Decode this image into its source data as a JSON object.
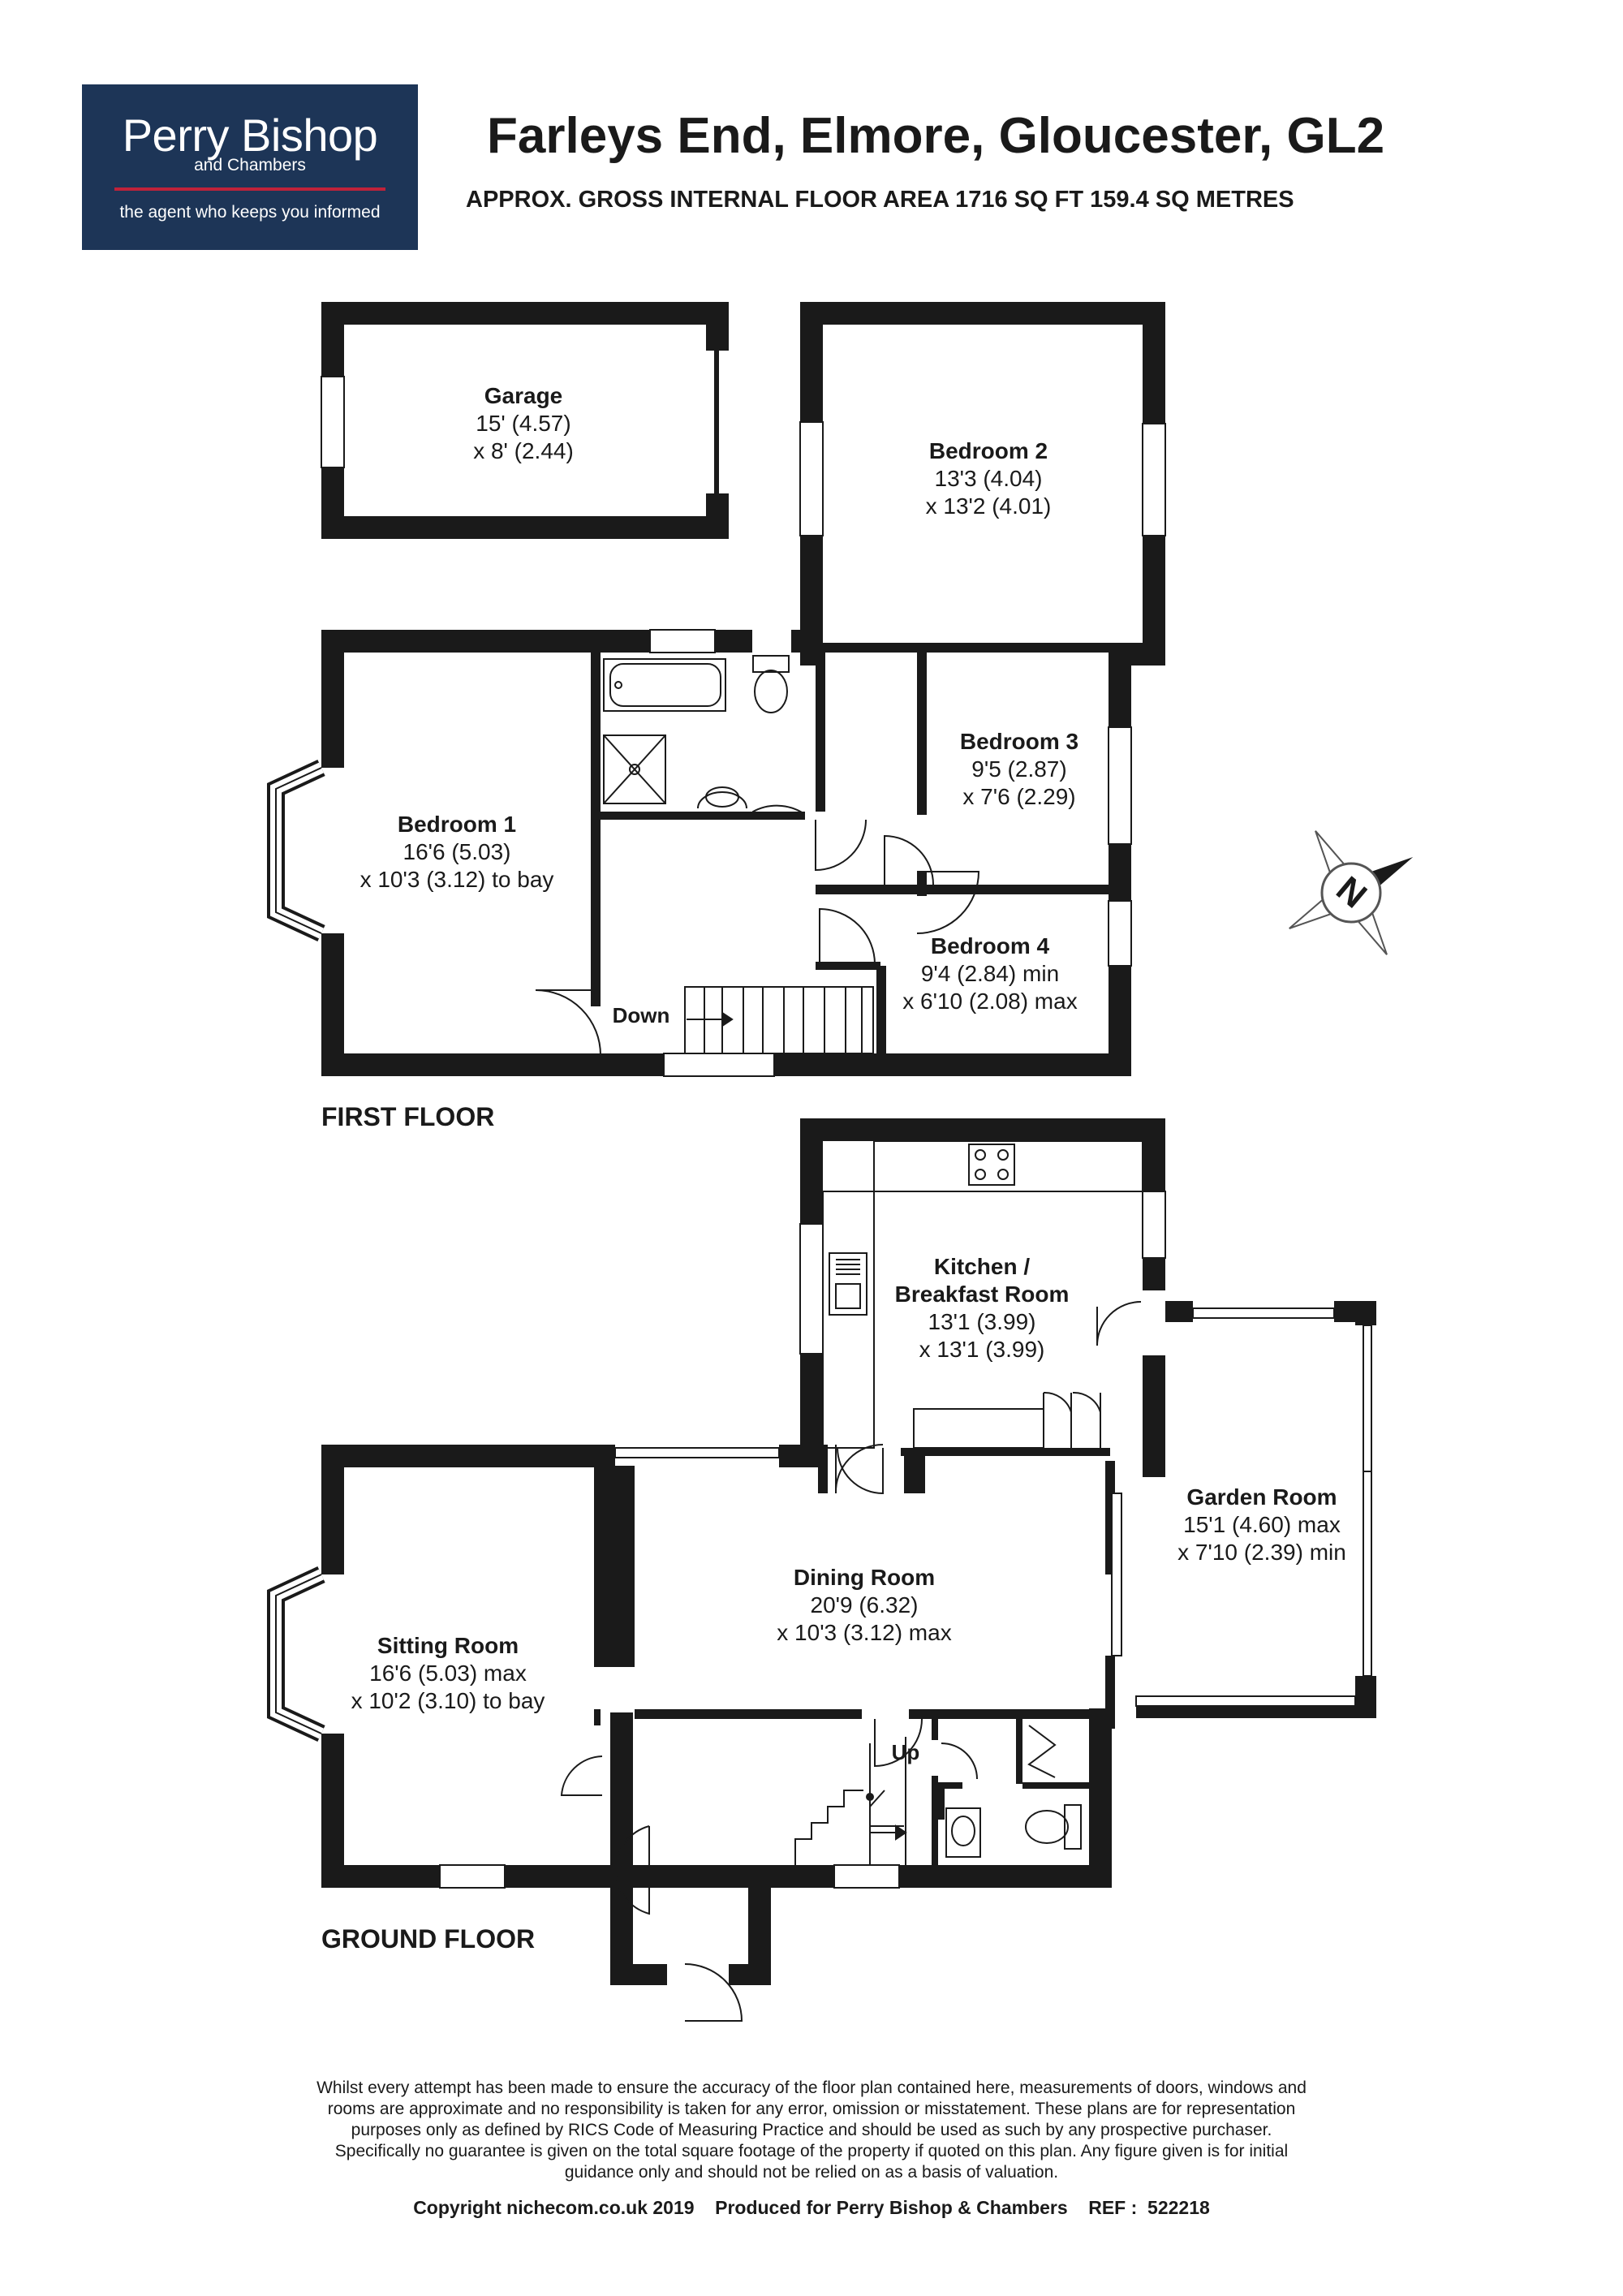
{
  "brand": {
    "name": "Perry Bishop",
    "sub": "and Chambers",
    "tagline": "the agent who keeps you informed",
    "colors": {
      "panel": "#1d3557",
      "accent": "#c0223a"
    }
  },
  "title": "Farleys End, Elmore, Gloucester, GL2",
  "area": "APPROX. GROSS INTERNAL FLOOR AREA 1716 SQ FT 159.4 SQ METRES",
  "floors": {
    "first": "FIRST FLOOR",
    "ground": "GROUND FLOOR"
  },
  "rooms": {
    "garage": {
      "name": "Garage",
      "dim1": "15' (4.57)",
      "dim2": "x 8' (2.44)"
    },
    "bedroom2": {
      "name": "Bedroom 2",
      "dim1": "13'3 (4.04)",
      "dim2": "x 13'2 (4.01)"
    },
    "bedroom1": {
      "name": "Bedroom 1",
      "dim1": "16'6 (5.03)",
      "dim2": "x 10'3 (3.12) to bay"
    },
    "bedroom3": {
      "name": "Bedroom 3",
      "dim1": "9'5 (2.87)",
      "dim2": "x 7'6 (2.29)"
    },
    "bedroom4": {
      "name": "Bedroom 4",
      "dim1": "9'4 (2.84) min",
      "dim2": "x 6'10 (2.08) max"
    },
    "kitchen": {
      "name1": "Kitchen /",
      "name2": "Breakfast Room",
      "dim1": "13'1 (3.99)",
      "dim2": "x 13'1 (3.99)"
    },
    "garden": {
      "name": "Garden Room",
      "dim1": "15'1 (4.60) max",
      "dim2": "x 7'10 (2.39) min"
    },
    "dining": {
      "name": "Dining Room",
      "dim1": "20'9 (6.32)",
      "dim2": "x 10'3 (3.12) max"
    },
    "sitting": {
      "name": "Sitting Room",
      "dim1": "16'6 (5.03) max",
      "dim2": "x 10'2 (3.10) to bay"
    }
  },
  "stairs": {
    "down": "Down",
    "up": "Up"
  },
  "compass": {
    "letter": "N",
    "icon": "compass-rose-icon"
  },
  "disclaimer": [
    "Whilst every attempt has been made to ensure the accuracy of the floor plan contained here, measurements of doors, windows and",
    "rooms are approximate and no responsibility is taken for any error, omission or misstatement. These plans are for representation",
    "purposes only as defined by RICS Code of Measuring Practice and should be used as such by any prospective purchaser.",
    "Specifically no guarantee is given on the total square footage of the property if quoted on this plan. Any figure given is for initial",
    "guidance only and should not be relied on as a basis of valuation."
  ],
  "footer": "Copyright nichecom.co.uk 2019    Produced for Perry Bishop & Chambers    REF :  522218"
}
